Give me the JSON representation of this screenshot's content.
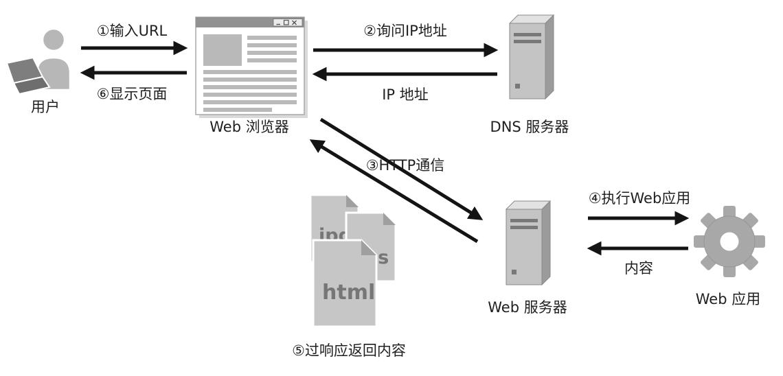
{
  "diagram": {
    "nodes": {
      "user": {
        "label": "用户"
      },
      "browser": {
        "label": "Web 浏览器"
      },
      "dns_server": {
        "label": "DNS 服务器"
      },
      "web_server": {
        "label": "Web 服务器"
      },
      "web_app": {
        "label": "Web 应用"
      },
      "files": {
        "jpg": "jpg",
        "css": "css",
        "html": "html",
        "caption": "⑤过响应返回内容"
      }
    },
    "edges": {
      "input_url": {
        "label": "①输入URL"
      },
      "display_page": {
        "label": "⑥显示页面"
      },
      "ask_ip": {
        "label": "②询问IP地址"
      },
      "ip_address": {
        "label": "IP 地址"
      },
      "http": {
        "label": "③HTTP通信"
      },
      "run_web_app": {
        "label": "④执行Web应用"
      },
      "content": {
        "label": "内容"
      }
    },
    "colors": {
      "arrow": "#141414",
      "icon_gray": "#c4c4c4",
      "icon_dark_gray": "#9b9b9b",
      "text": "#1f1f1f"
    }
  }
}
